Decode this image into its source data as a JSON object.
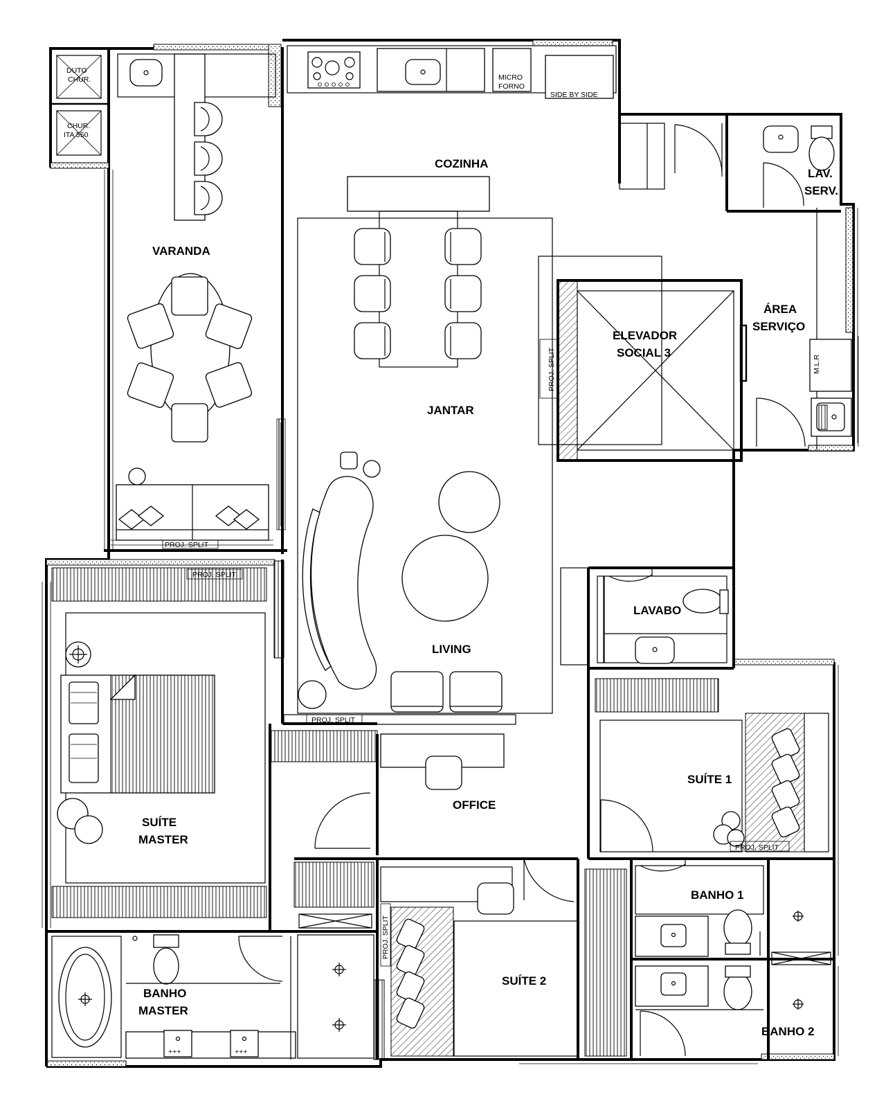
{
  "rooms": {
    "cozinha": "COZINHA",
    "varanda": "VARANDA",
    "jantar": "JANTAR",
    "living": "LIVING",
    "elevador_l1": "ELEVADOR",
    "elevador_l2": "SOCIAL 3",
    "area_l1": "ÁREA",
    "area_l2": "SERVIÇO",
    "lav_l1": "LAV.",
    "lav_l2": "SERV.",
    "lavabo": "LAVABO",
    "suite1": "SUÍTE 1",
    "suite_master_l1": "SUÍTE",
    "suite_master_l2": "MASTER",
    "office": "OFFICE",
    "banho1": "BANHO 1",
    "banho2": "BANHO 2",
    "suite2": "SUÍTE 2",
    "banho_master_l1": "BANHO",
    "banho_master_l2": "MASTER"
  },
  "fixtures": {
    "duto_l1": "DUTO",
    "duto_l2": "CHUR.",
    "chur_l1": "CHUR.",
    "chur_l2": "ITA 550",
    "micro_l1": "MICRO",
    "micro_l2": "FORNO",
    "side_by_side": "SIDE BY SIDE",
    "mlr": "M.L.R",
    "proj_split": "PROJ. SPLIT"
  }
}
